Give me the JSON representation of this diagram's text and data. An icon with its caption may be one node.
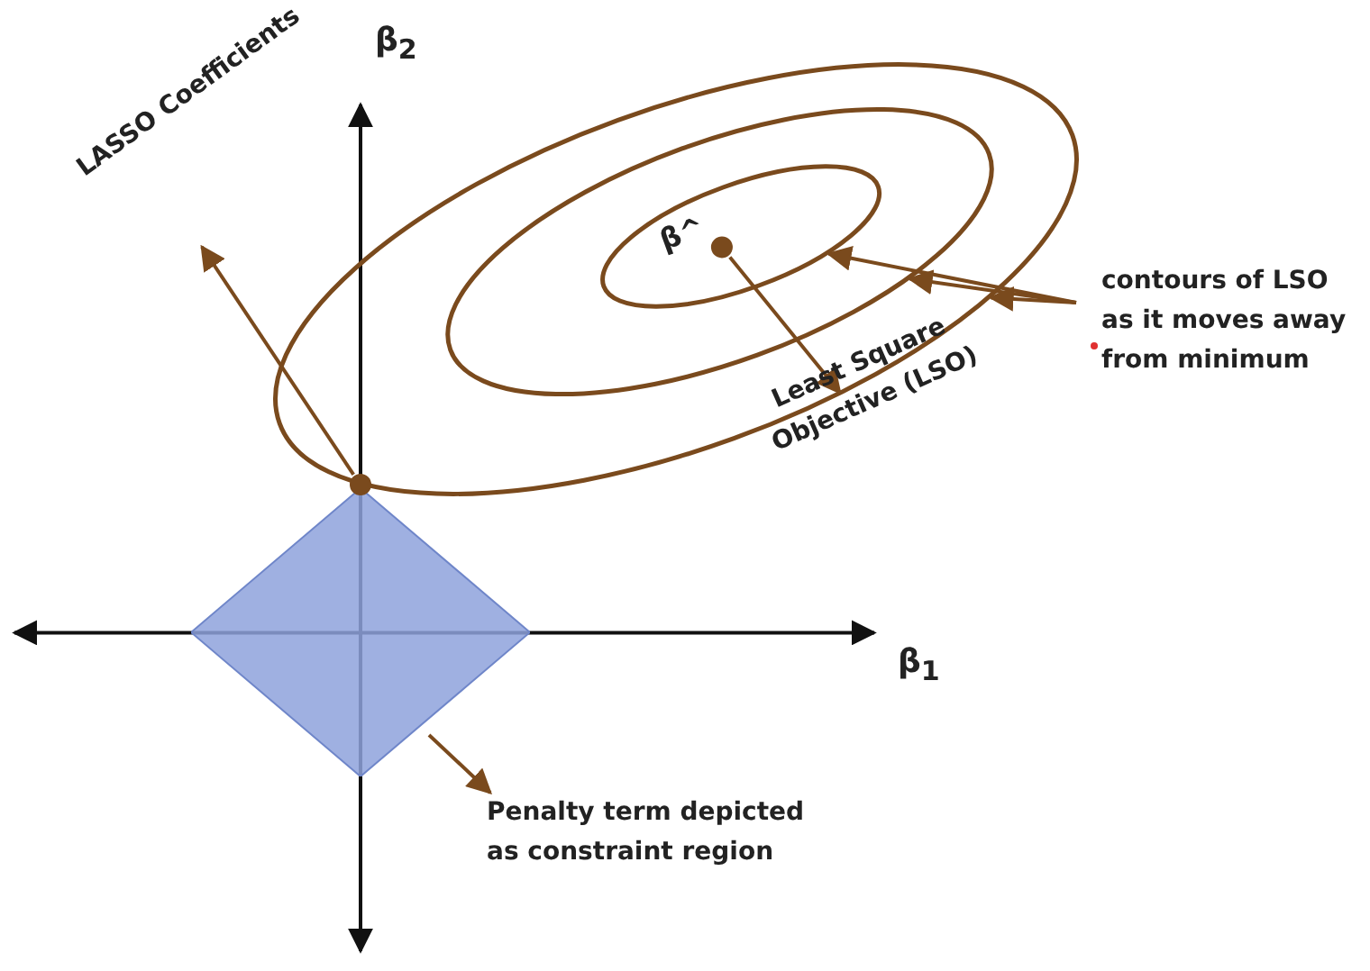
{
  "diagram": {
    "nodes": [
      {
        "text": [],
        "shape": "ellipse"
      },
      {
        "text": [],
        "shape": "ellipse",
        "in": 0
      },
      {
        "text": [],
        "shape": "ellipse",
        "in": 1
      },
      {
        "text": [],
        "shape": "circle",
        "in": 2,
        "beside": [
          "β^"
        ]
      },
      {
        "text": [
          "LASSO Coefficients"
        ]
      },
      {
        "text": [
          "contours of LSO as it moves away from minimum"
        ]
      },
      {
        "text": [],
        "shape": "circle"
      },
      {
        "text": [
          "Least Square Objective (LSO)"
        ]
      },
      {
        "text": [],
        "shape": "diamond"
      },
      {
        "text": [
          "Penalty term depicted as constraint region"
        ]
      }
    ],
    "edges": [
      {
        "from": 6,
        "to": 4,
        "arrow": "to"
      },
      {
        "from": 5,
        "to": 2,
        "arrow": "to"
      },
      {
        "from": 5,
        "to": 1,
        "arrow": "to"
      },
      {
        "from": 5,
        "to": 0,
        "arrow": "to"
      },
      {
        "from": 3,
        "to": 7,
        "arrow": "to"
      },
      {
        "from": 8,
        "to": 9,
        "arrow": "to"
      }
    ],
    "labels": [
      "β$_{2}$",
      "β$_{1}$"
    ]
  }
}
